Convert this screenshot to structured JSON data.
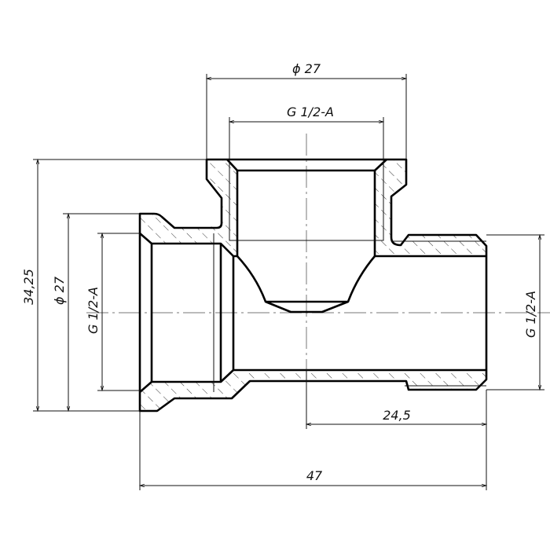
{
  "drawing": {
    "dimensions": {
      "top_outer_diameter": "ϕ 27",
      "top_thread": "G 1/2-A",
      "overall_height": "34,25",
      "left_outer_diameter": "ϕ 27",
      "left_thread": "G 1/2-A",
      "right_thread": "G 1/2-A",
      "branch_offset": "24,5",
      "overall_length": "47"
    }
  }
}
